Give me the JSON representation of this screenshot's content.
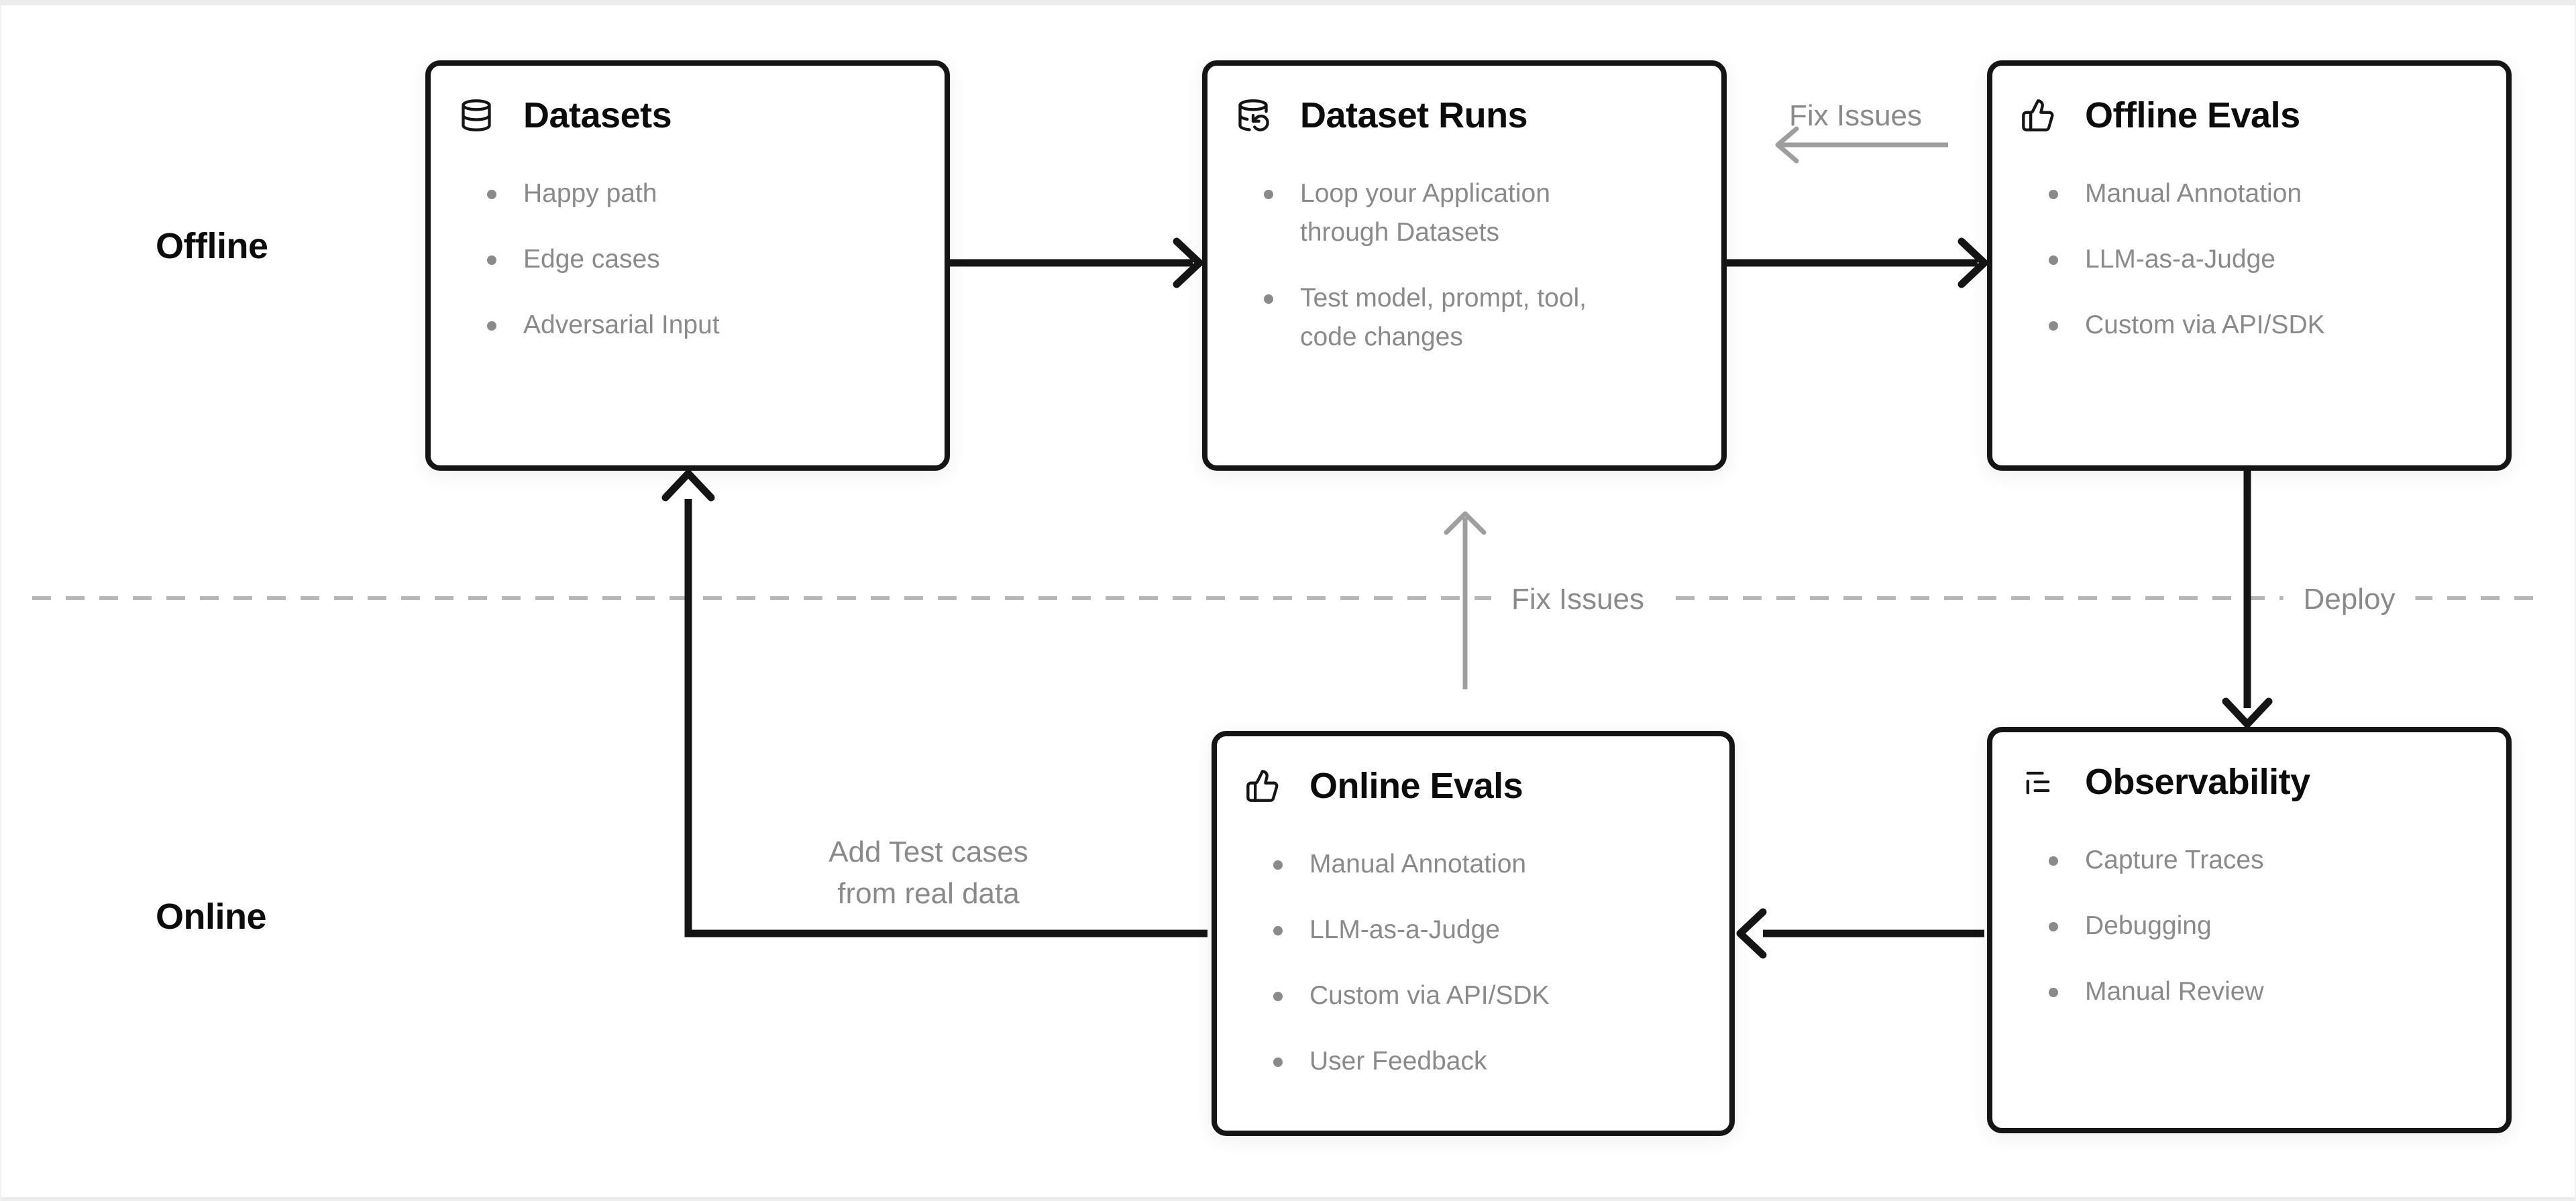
{
  "page": {
    "background": "#ffffff",
    "line_color": "#151515",
    "muted_text_color": "#8a8a8a",
    "gray_arrow_color": "#9e9e9e",
    "dashed_line_color": "#b8b8b8"
  },
  "sections": {
    "offline_label": "Offline",
    "online_label": "Online"
  },
  "boxes": [
    {
      "id": "datasets",
      "icon": "database-icon",
      "title": "Datasets",
      "items": [
        "Happy path",
        "Edge cases",
        "Adversarial Input"
      ]
    },
    {
      "id": "dataset-runs",
      "icon": "database-backup-icon",
      "title": "Dataset Runs",
      "items": [
        "Loop your Application\nthrough Datasets",
        "Test model, prompt, tool,\ncode changes"
      ]
    },
    {
      "id": "offline-evals",
      "icon": "thumbs-up-icon",
      "title": "Offline Evals",
      "items": [
        "Manual Annotation",
        "LLM-as-a-Judge",
        "Custom via API/SDK"
      ]
    },
    {
      "id": "online-evals",
      "icon": "thumbs-up-icon",
      "title": "Online Evals",
      "items": [
        "Manual Annotation",
        "LLM-as-a-Judge",
        "Custom via API/SDK",
        "User Feedback"
      ]
    },
    {
      "id": "observability",
      "icon": "trace-list-icon",
      "title": "Observability",
      "items": [
        "Capture Traces",
        "Debugging",
        "Manual Review"
      ]
    }
  ],
  "edge_labels": {
    "fix_issues_top": "Fix Issues",
    "fix_issues_mid": "Fix Issues",
    "deploy": "Deploy",
    "add_test_cases": "Add Test cases\nfrom real data"
  }
}
